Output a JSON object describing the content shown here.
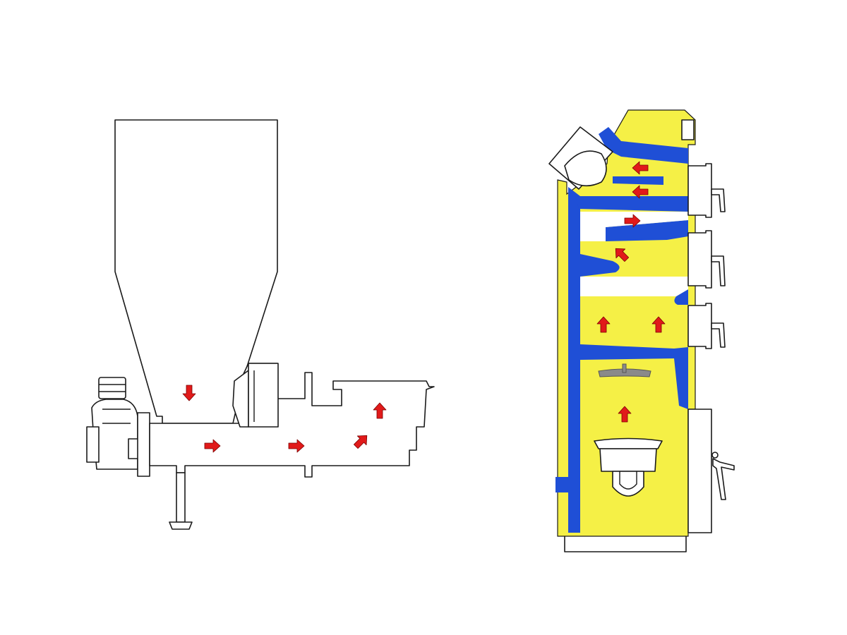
{
  "colors": {
    "water_jacket": "#1f4fd6",
    "insulation": "#f5f046",
    "flow_arrow": "#e11a1a",
    "grate": "#8a8a8a",
    "outline": "#1a1a1a"
  },
  "feeder_arrows": [
    {
      "id": "feeder-arrow-1",
      "dir": "down"
    },
    {
      "id": "feeder-arrow-2",
      "dir": "right"
    },
    {
      "id": "feeder-arrow-3",
      "dir": "right"
    },
    {
      "id": "feeder-arrow-4",
      "dir": "up-right"
    },
    {
      "id": "feeder-arrow-5",
      "dir": "up"
    }
  ],
  "boiler_arrows": [
    {
      "id": "boiler-arrow-1",
      "dir": "left"
    },
    {
      "id": "boiler-arrow-2",
      "dir": "left"
    },
    {
      "id": "boiler-arrow-3",
      "dir": "right"
    },
    {
      "id": "boiler-arrow-4",
      "dir": "up-left"
    },
    {
      "id": "boiler-arrow-5",
      "dir": "up"
    },
    {
      "id": "boiler-arrow-6",
      "dir": "up"
    },
    {
      "id": "boiler-arrow-7",
      "dir": "up"
    }
  ]
}
